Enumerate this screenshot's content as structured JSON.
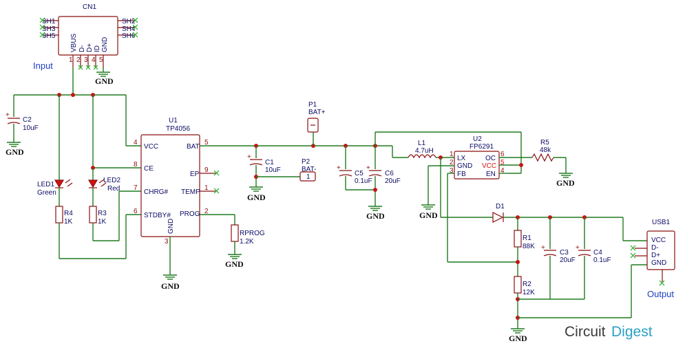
{
  "schematic": {
    "cn1": {
      "ref": "CN1",
      "side_left": [
        "SH1",
        "SH3",
        "SH5"
      ],
      "side_right": [
        "SH2",
        "SH4",
        "SH6"
      ],
      "pins": [
        "VBUS",
        "D-",
        "D+",
        "ID",
        "GND"
      ],
      "pin_numbers": [
        "1",
        "2",
        "3",
        "4",
        "5"
      ],
      "label": "Input"
    },
    "u1": {
      "ref": "U1",
      "part": "TP4056",
      "left_pins": [
        {
          "name": "VCC",
          "num": "4"
        },
        {
          "name": "CE",
          "num": "8"
        },
        {
          "name": "CHRG#",
          "num": "7"
        },
        {
          "name": "STDBY#",
          "num": "6"
        }
      ],
      "right_pins": [
        {
          "name": "BAT",
          "num": "5"
        },
        {
          "name": "EP",
          "num": "9"
        },
        {
          "name": "TEMP",
          "num": "1"
        },
        {
          "name": "PROG",
          "num": "2"
        }
      ],
      "bottom_pin": {
        "name": "GND",
        "num": "3"
      }
    },
    "u2": {
      "ref": "U2",
      "part": "FP6291",
      "left_pins": [
        {
          "name": "LX",
          "num": "1"
        },
        {
          "name": "GND",
          "num": "2"
        },
        {
          "name": "FB",
          "num": "3"
        }
      ],
      "right_pins": [
        {
          "name": "OC",
          "num": "6"
        },
        {
          "name": "VCC",
          "num": "5"
        },
        {
          "name": "EN",
          "num": "4"
        }
      ]
    },
    "components": {
      "c2": {
        "ref": "C2",
        "value": "10uF"
      },
      "c1": {
        "ref": "C1",
        "value": "10uF"
      },
      "c5": {
        "ref": "C5",
        "value": "0.1uF"
      },
      "c6": {
        "ref": "C6",
        "value": "20uF"
      },
      "c3": {
        "ref": "C3",
        "value": "20uF"
      },
      "c4": {
        "ref": "C4",
        "value": "0.1uF"
      },
      "r4": {
        "ref": "R4",
        "value": "1K"
      },
      "r3": {
        "ref": "R3",
        "value": "1K"
      },
      "rprog": {
        "ref": "RPROG",
        "value": "1.2K"
      },
      "r5": {
        "ref": "R5",
        "value": "48k"
      },
      "r1": {
        "ref": "R1",
        "value": "88K"
      },
      "r2": {
        "ref": "R2",
        "value": "12K"
      },
      "l1": {
        "ref": "L1",
        "value": "4.7uH"
      },
      "led1": {
        "ref": "LED1",
        "value": "Green"
      },
      "led2": {
        "ref": "LED2",
        "value": "Red"
      },
      "d1": {
        "ref": "D1"
      },
      "p1": {
        "ref": "P1",
        "value": "BAT+"
      },
      "p2": {
        "ref": "P2",
        "value": "BAT-"
      }
    },
    "usb1": {
      "ref": "USB1",
      "pins": [
        "VCC",
        "D-",
        "D+",
        "GND"
      ],
      "label": "Output"
    },
    "gnd_label": "GND",
    "brand": {
      "part1": "Circuit",
      "part2": "Digest"
    }
  }
}
